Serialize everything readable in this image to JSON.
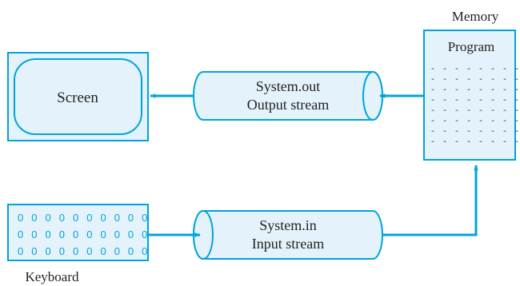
{
  "colors": {
    "fill": "#e4f3fb",
    "stroke": "#00a3dd",
    "text": "#231f20"
  },
  "screen": {
    "label": "Screen"
  },
  "output_stream": {
    "line1": "System.out",
    "line2": "Output stream"
  },
  "input_stream": {
    "line1": "System.in",
    "line2": "Input stream"
  },
  "memory": {
    "label": "Memory",
    "program_label": "Program",
    "code_lines": [
      "- - - - - - - - - -",
      "- - - - - - - - - -",
      "- - - - - - - - - -",
      "- - - - - - - - - -",
      "- - - - - - - - - -",
      "- - - - - - - - - -",
      "- - - - - - - - - -",
      "- - - - - - - - - -"
    ]
  },
  "keyboard": {
    "label": "Keyboard",
    "key_rows": [
      "0 0 0 0 0 0 0 0 0 0",
      "0 0 0 0 0 0 0 0 0 0",
      "0 0 0 0 0 0 0 0 0 0"
    ]
  }
}
